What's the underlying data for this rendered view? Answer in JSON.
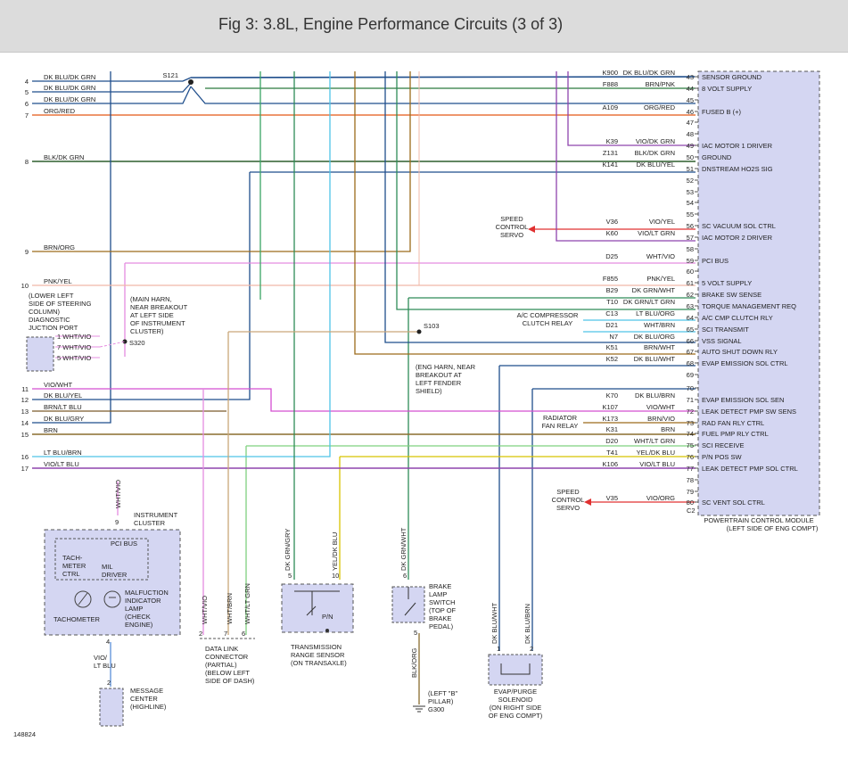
{
  "header": {
    "title": "Fig 3: 3.8L, Engine Performance Circuits (3 of 3)"
  },
  "colors": {
    "dk_blu_dk_grn": "#1f4e8c",
    "dk_blu": "#1f4e8c",
    "org_red": "#e8743b",
    "blk_dk_grn": "#2f5f2f",
    "brn_org": "#9c6b1a",
    "pnk_yel": "#f0b8a8",
    "vio_wht": "#d44fd1",
    "wht_vio": "#e58ce0",
    "lt_blu": "#4fc3e8",
    "vio": "#8e44ad",
    "grn": "#2e8b57",
    "yel": "#d8c300",
    "tan": "#c9a77a",
    "red": "#e03030",
    "pcm_fill": "#d4d6f2"
  },
  "diagram": {
    "pcm": {
      "title": "POWERTRAIN CONTROL MODULE",
      "location": "(LEFT SIDE OF ENG COMPT)",
      "pins": [
        {
          "pin": "43",
          "circuit": "K900",
          "color": "DK BLU/DK GRN",
          "label": "SENSOR GROUND"
        },
        {
          "pin": "44",
          "circuit": "F888",
          "color": "BRN/PNK",
          "label": "8 VOLT SUPPLY"
        },
        {
          "pin": "45",
          "circuit": "",
          "color": "",
          "label": ""
        },
        {
          "pin": "46",
          "circuit": "A109",
          "color": "ORG/RED",
          "label": "FUSED B (+)"
        },
        {
          "pin": "47",
          "circuit": "",
          "color": "",
          "label": ""
        },
        {
          "pin": "48",
          "circuit": "",
          "color": "",
          "label": ""
        },
        {
          "pin": "49",
          "circuit": "K39",
          "color": "VIO/DK GRN",
          "label": "IAC MOTOR 1 DRIVER"
        },
        {
          "pin": "50",
          "circuit": "Z131",
          "color": "BLK/DK GRN",
          "label": "GROUND"
        },
        {
          "pin": "51",
          "circuit": "K141",
          "color": "DK BLU/YEL",
          "label": "DNSTREAM HO2S SIG"
        },
        {
          "pin": "52",
          "circuit": "",
          "color": "",
          "label": ""
        },
        {
          "pin": "53",
          "circuit": "",
          "color": "",
          "label": ""
        },
        {
          "pin": "54",
          "circuit": "",
          "color": "",
          "label": ""
        },
        {
          "pin": "55",
          "circuit": "",
          "color": "",
          "label": ""
        },
        {
          "pin": "56",
          "circuit": "V36",
          "color": "VIO/YEL",
          "label": "SC VACUUM SOL CTRL"
        },
        {
          "pin": "57",
          "circuit": "K60",
          "color": "VIO/LT GRN",
          "label": "IAC MOTOR 2 DRIVER"
        },
        {
          "pin": "58",
          "circuit": "",
          "color": "",
          "label": ""
        },
        {
          "pin": "59",
          "circuit": "D25",
          "color": "WHT/VIO",
          "label": "PCI BUS"
        },
        {
          "pin": "60",
          "circuit": "",
          "color": "",
          "label": ""
        },
        {
          "pin": "61",
          "circuit": "F855",
          "color": "PNK/YEL",
          "label": "5 VOLT SUPPLY"
        },
        {
          "pin": "62",
          "circuit": "B29",
          "color": "DK GRN/WHT",
          "label": "BRAKE SW SENSE"
        },
        {
          "pin": "63",
          "circuit": "T10",
          "color": "DK GRN/LT GRN",
          "label": "TORQUE MANAGEMENT REQ"
        },
        {
          "pin": "64",
          "circuit": "C13",
          "color": "LT BLU/ORG",
          "label": "A/C CMP CLUTCH RLY"
        },
        {
          "pin": "65",
          "circuit": "D21",
          "color": "WHT/BRN",
          "label": "SCI TRANSMIT"
        },
        {
          "pin": "66",
          "circuit": "N7",
          "color": "DK BLU/ORG",
          "label": "VSS SIGNAL"
        },
        {
          "pin": "67",
          "circuit": "K51",
          "color": "BRN/WHT",
          "label": "AUTO SHUT DOWN RLY"
        },
        {
          "pin": "68",
          "circuit": "K52",
          "color": "DK BLU/WHT",
          "label": "EVAP EMISSION SOL CTRL"
        },
        {
          "pin": "69",
          "circuit": "",
          "color": "",
          "label": ""
        },
        {
          "pin": "70",
          "circuit": "",
          "color": "",
          "label": ""
        },
        {
          "pin": "71",
          "circuit": "K70",
          "color": "DK BLU/BRN",
          "label": "EVAP EMISSION SOL SEN"
        },
        {
          "pin": "72",
          "circuit": "K107",
          "color": "VIO/WHT",
          "label": "LEAK DETECT PMP SW SENS"
        },
        {
          "pin": "73",
          "circuit": "K173",
          "color": "BRN/VIO",
          "label": "RAD FAN RLY CTRL"
        },
        {
          "pin": "74",
          "circuit": "K31",
          "color": "BRN",
          "label": "FUEL PMP RLY CTRL"
        },
        {
          "pin": "75",
          "circuit": "D20",
          "color": "WHT/LT GRN",
          "label": "SCI RECEIVE"
        },
        {
          "pin": "76",
          "circuit": "T41",
          "color": "YEL/DK BLU",
          "label": "P/N POS SW"
        },
        {
          "pin": "77",
          "circuit": "K106",
          "color": "VIO/LT BLU",
          "label": "LEAK DETECT PMP SOL CTRL"
        },
        {
          "pin": "78",
          "circuit": "",
          "color": "",
          "label": ""
        },
        {
          "pin": "79",
          "circuit": "",
          "color": "",
          "label": ""
        },
        {
          "pin": "80",
          "circuit": "V35",
          "color": "VIO/ORG",
          "label": "SC VENT SOL CTRL"
        }
      ],
      "connector": "C2"
    },
    "left_wires": [
      {
        "num": "4",
        "label": "DK BLU/DK GRN"
      },
      {
        "num": "5",
        "label": "DK BLU/DK GRN"
      },
      {
        "num": "6",
        "label": "DK BLU/DK GRN"
      },
      {
        "num": "7",
        "label": "ORG/RED"
      },
      {
        "num": "8",
        "label": "BLK/DK GRN"
      },
      {
        "num": "9",
        "label": "BRN/ORG"
      },
      {
        "num": "10",
        "label": "PNK/YEL"
      },
      {
        "num": "11",
        "label": "VIO/WHT"
      },
      {
        "num": "12",
        "label": "DK BLU/YEL"
      },
      {
        "num": "13",
        "label": "BRN/LT BLU"
      },
      {
        "num": "14",
        "label": "DK BLU/GRY"
      },
      {
        "num": "15",
        "label": "BRN"
      },
      {
        "num": "16",
        "label": "LT BLU/BRN"
      },
      {
        "num": "17",
        "label": "VIO/LT BLU"
      }
    ],
    "splices": {
      "s121": "S121",
      "s103": "S103",
      "s320": "S320",
      "s103_note": [
        "(ENG HARN, NEAR",
        "BREAKOUT AT",
        "LEFT FENDER",
        "SHIELD)"
      ],
      "s320_note": [
        "(MAIN HARN,",
        "NEAR BREAKOUT",
        "AT LEFT SIDE",
        "OF INSTRUMENT",
        "CLUSTER)"
      ]
    },
    "diag_port": {
      "note": [
        "(LOWER LEFT",
        "SIDE OF STEERING",
        "COLUMN)",
        "DIAGNOSTIC",
        "JUCTION PORT"
      ],
      "pins": [
        "1  WHT/VIO",
        "7  WHT/VIO",
        "5  WHT/VIO"
      ]
    },
    "side_loads": {
      "speed_servo_top": [
        "SPEED",
        "CONTROL",
        "SERVO"
      ],
      "ac_relay": [
        "A/C COMPRESSOR",
        "CLUTCH RELAY"
      ],
      "rad_relay": [
        "RADIATOR",
        "FAN RELAY"
      ],
      "speed_servo_bottom": [
        "SPEED",
        "CONTROL",
        "SERVO"
      ]
    },
    "cluster": {
      "wire_label": "WHT/VIO",
      "pin_top": "9",
      "title": [
        "INSTRUMENT",
        "CLUSTER"
      ],
      "pci_bus": "PCI BUS",
      "tach_ctrl": [
        "TACH-",
        "METER",
        "CTRL"
      ],
      "mil_driver": [
        "MIL",
        "DRIVER"
      ],
      "tachometer": "TACHOMETER",
      "mil_lamp": [
        "MALFUCTION",
        "INDICATOR",
        "LAMP",
        "(CHECK",
        "ENGINE)"
      ],
      "pin_bottom": "4",
      "out_wire": [
        "VIO/",
        "LT BLU"
      ]
    },
    "message_center": {
      "pin": "2",
      "label": [
        "MESSAGE",
        "CENTER",
        "(HIGHLINE)"
      ]
    },
    "dlc": {
      "wires": [
        "WHT/VIO",
        "WHT/BRN",
        "WHT/LT GRN"
      ],
      "pins": [
        "2",
        "7",
        "6"
      ],
      "label": [
        "DATA LINK",
        "CONNECTOR",
        "(PARTIAL)",
        "(BELOW LEFT",
        "SIDE OF DASH)"
      ]
    },
    "trs": {
      "wires": [
        "DK GRN/GRY",
        "YEL/DK BLU"
      ],
      "pins": [
        "5",
        "10"
      ],
      "inner": "P/N",
      "label": [
        "TRANSMISSION",
        "RANGE SENSOR",
        "(ON TRANSAXLE)"
      ]
    },
    "brake_switch": {
      "top_wire": "DK GRN/WHT",
      "pin_top": "6",
      "pin_bottom": "5",
      "bottom_wire": "BLK/ORG",
      "label": [
        "BRAKE",
        "LAMP",
        "SWITCH",
        "(TOP OF",
        "BRAKE",
        "PEDAL)"
      ]
    },
    "ground": {
      "label": [
        "(LEFT \"B\"",
        "PILLAR)"
      ],
      "id": "G300"
    },
    "evap": {
      "wires": [
        "DK BLU/WHT",
        "DK BLU/BRN"
      ],
      "pins": [
        "1",
        "2"
      ],
      "label": [
        "EVAP/PURGE",
        "SOLENOID",
        "(ON RIGHT SIDE",
        "OF ENG COMPT)"
      ]
    },
    "figure_id": "148824"
  }
}
